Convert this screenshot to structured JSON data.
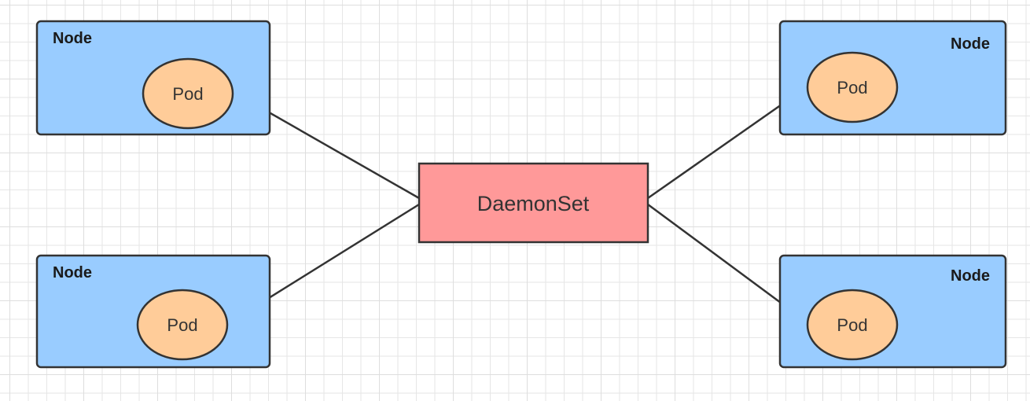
{
  "colors": {
    "node_fill": "#99ccff",
    "pod_fill": "#ffcc99",
    "daemonset_fill": "#ff9999",
    "stroke": "#333333",
    "arrow": "#333333"
  },
  "daemonset": {
    "label": "DaemonSet"
  },
  "nodes": [
    {
      "label": "Node",
      "pod_label": "Pod"
    },
    {
      "label": "Node",
      "pod_label": "Pod"
    },
    {
      "label": "Node",
      "pod_label": "Pod"
    },
    {
      "label": "Node",
      "pod_label": "Pod"
    }
  ]
}
